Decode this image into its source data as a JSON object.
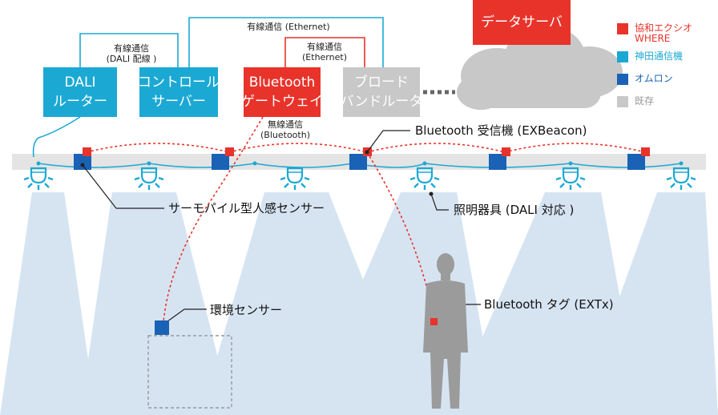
{
  "boxes": {
    "dali_router": [
      "DALI",
      "ルーター"
    ],
    "control_server": [
      "コントロール",
      "サーバー"
    ],
    "bt_gateway": [
      "Bluetooth",
      "ゲートウェイ"
    ],
    "broadband_router": [
      "ブロード",
      "バンドルータ"
    ],
    "data_server": "データサーバ"
  },
  "links": {
    "dali_wired": [
      "有線通信",
      "(DALI 配線 )"
    ],
    "ethernet_top": "有線通信 (Ethernet)",
    "ethernet_gw": [
      "有線通信",
      "(Ethernet)"
    ],
    "bt_wireless": [
      "無線通信",
      "(Bluetooth)"
    ]
  },
  "labels": {
    "receiver": "Bluetooth 受信機 (EXBeacon)",
    "thermopile": "サーモパイル型人感センサー",
    "fixture": "照明器具 (DALI 対応 )",
    "env_sensor": "環境センサー",
    "tag": "Bluetooth タグ (EXTx)"
  },
  "legend": [
    {
      "label": "協和エクシオ WHERE",
      "lines": [
        "協和エクシオ",
        "WHERE"
      ],
      "color": "#e8332b"
    },
    {
      "label": "神田通信機",
      "lines": [
        "神田通信機"
      ],
      "color": "#1ba9d4"
    },
    {
      "label": "オムロン",
      "lines": [
        "オムロン"
      ],
      "color": "#1a62b5"
    },
    {
      "label": "既存",
      "lines": [
        "既存"
      ],
      "color": "#c8c8c8"
    }
  ],
  "colors": {
    "red": "#e8332b",
    "cyan": "#1ba9d4",
    "blue": "#1a62b5",
    "gray": "#c8c8c8",
    "beam": "#d6e4f2",
    "rail": "#e4e4e4"
  }
}
